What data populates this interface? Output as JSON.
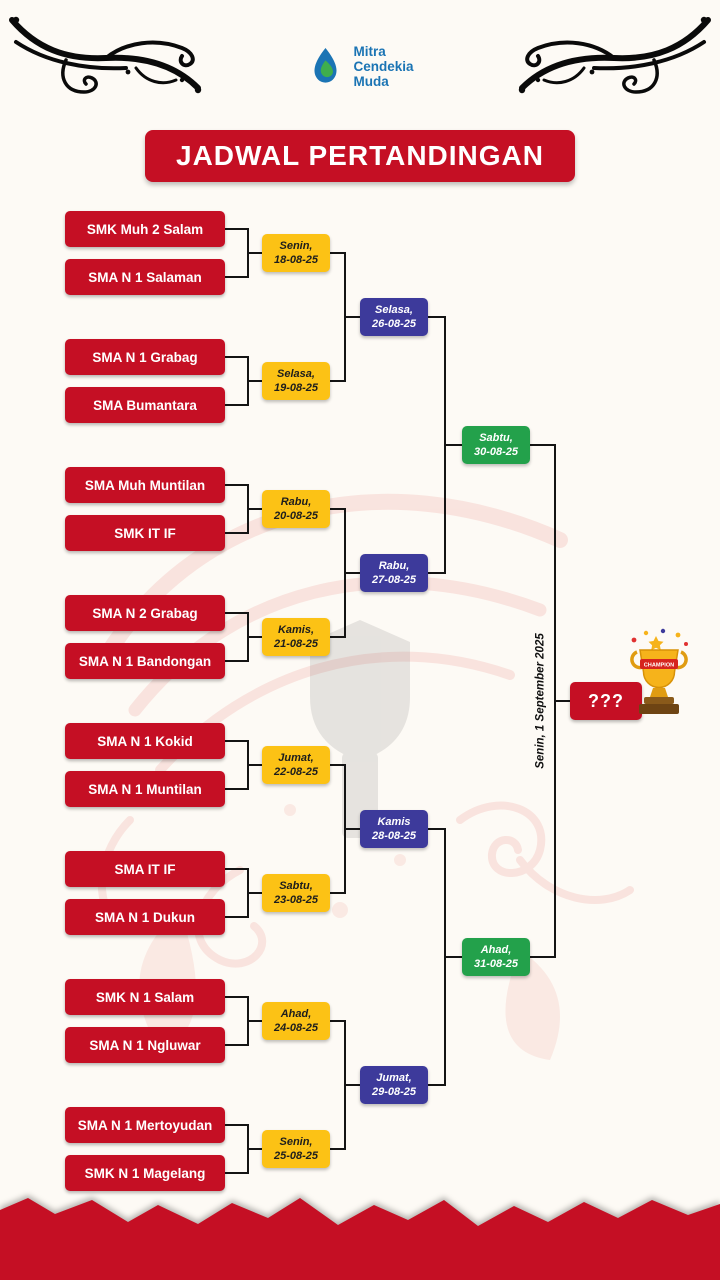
{
  "logo": {
    "line1": "Mitra",
    "line2": "Cendekia",
    "line3": "Muda"
  },
  "title": "JADWAL PERTANDINGAN",
  "teams": [
    "SMK Muh 2 Salam",
    "SMA N 1 Salaman",
    "SMA N 1 Grabag",
    "SMA Bumantara",
    "SMA Muh Muntilan",
    "SMK IT IF",
    "SMA N 2 Grabag",
    "SMA N 1 Bandongan",
    "SMA N 1 Kokid",
    "SMA N 1 Muntilan",
    "SMA IT IF",
    "SMA N 1 Dukun",
    "SMK N 1 Salam",
    "SMA N 1 Ngluwar",
    "SMA N 1 Mertoyudan",
    "SMK N 1 Magelang"
  ],
  "rounds": {
    "r1_dates": [
      {
        "day": "Senin,",
        "date": "18-08-25"
      },
      {
        "day": "Selasa,",
        "date": "19-08-25"
      },
      {
        "day": "Rabu,",
        "date": "20-08-25"
      },
      {
        "day": "Kamis,",
        "date": "21-08-25"
      },
      {
        "day": "Jumat,",
        "date": "22-08-25"
      },
      {
        "day": "Sabtu,",
        "date": "23-08-25"
      },
      {
        "day": "Ahad,",
        "date": "24-08-25"
      },
      {
        "day": "Senin,",
        "date": "25-08-25"
      }
    ],
    "r2_dates": [
      {
        "day": "Selasa,",
        "date": "26-08-25"
      },
      {
        "day": "Rabu,",
        "date": "27-08-25"
      },
      {
        "day": "Kamis",
        "date": "28-08-25"
      },
      {
        "day": "Jumat,",
        "date": "29-08-25"
      }
    ],
    "r3_dates": [
      {
        "day": "Sabtu,",
        "date": "30-08-25"
      },
      {
        "day": "Ahad,",
        "date": "31-08-25"
      }
    ]
  },
  "final": {
    "date_label": "Senin, 1 September 2025",
    "winner_placeholder": "???"
  },
  "trophy": {
    "banner": "CHAMPION"
  },
  "colors": {
    "red": "#c50f24",
    "yellow": "#fcc215",
    "blue": "#3d3a9b",
    "green": "#23a14b",
    "logo_blue": "#1b74b4"
  }
}
